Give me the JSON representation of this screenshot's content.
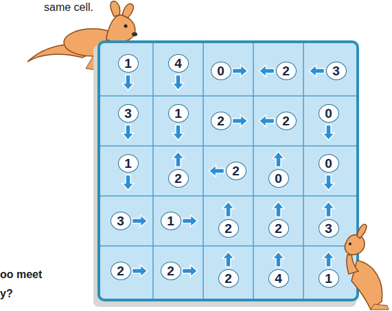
{
  "diagram": {
    "nodes": [
      {
        "text": [
          "1"
        ]
      },
      {
        "text": [
          "4"
        ]
      },
      {
        "text": [
          "0"
        ]
      },
      {
        "text": [
          "2"
        ]
      },
      {
        "text": [
          "3"
        ]
      },
      {
        "text": [
          "3"
        ]
      },
      {
        "text": [
          "1"
        ]
      },
      {
        "text": [
          "2"
        ]
      },
      {
        "text": [
          "2"
        ]
      },
      {
        "text": [
          "0"
        ]
      },
      {
        "text": [
          "1"
        ]
      },
      {
        "text": [
          "2"
        ]
      },
      {
        "text": [
          "2"
        ]
      },
      {
        "text": [
          "0"
        ]
      },
      {
        "text": [
          "0"
        ]
      },
      {
        "text": [
          "3"
        ]
      },
      {
        "text": [
          "1"
        ]
      },
      {
        "text": [
          "2"
        ]
      },
      {
        "text": [
          "2"
        ]
      },
      {
        "text": [
          "3"
        ]
      },
      {
        "text": [
          "2"
        ]
      },
      {
        "text": [
          "2"
        ]
      },
      {
        "text": [
          "2"
        ]
      },
      {
        "text": [
          "4"
        ]
      },
      {
        "text": [
          "1"
        ]
      }
    ],
    "labels": [
      "same cell.",
      "oo meet",
      "y?"
    ]
  }
}
